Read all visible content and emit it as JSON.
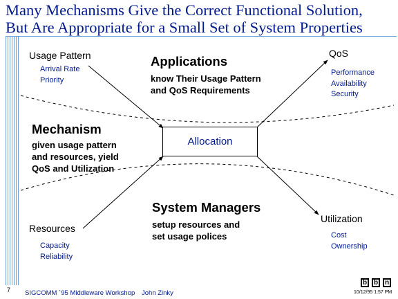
{
  "title": {
    "line1": "Many Mechanisms Give the Correct Functional Solution,",
    "line2": "But Are Appropriate for a Small Set of System Properties"
  },
  "usage_pattern": {
    "label": "Usage Pattern",
    "items": [
      "Arrival Rate",
      "Priority"
    ]
  },
  "qos": {
    "label": "QoS",
    "items": [
      "Performance",
      "Availability",
      "Security"
    ]
  },
  "applications": {
    "heading": "Applications",
    "lines": [
      "know Their Usage Pattern",
      "and QoS Requirements"
    ]
  },
  "mechanism": {
    "heading": "Mechanism",
    "lines": [
      "given usage pattern",
      "and resources, yield",
      "QoS and Utilization"
    ]
  },
  "allocation": {
    "label": "Allocation"
  },
  "system_managers": {
    "heading": "System Managers",
    "lines": [
      "setup resources and",
      "set usage polices"
    ]
  },
  "resources": {
    "label": "Resources",
    "items": [
      "Capacity",
      "Reliability"
    ]
  },
  "utilization": {
    "label": "Utilization",
    "items": [
      "Cost",
      "Ownership"
    ]
  },
  "footer": {
    "page_number": "7",
    "event": "SIGCOMM `95 Middleware Workshop",
    "author": "John Zinky",
    "date": "10/12/95 1:57 PM",
    "logo_letters": [
      "b",
      "b",
      "n"
    ]
  },
  "colors": {
    "accent_blue": "#001a8c",
    "stripe_blue": "#6a9fe0"
  }
}
